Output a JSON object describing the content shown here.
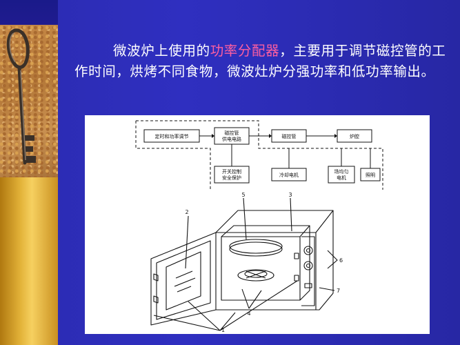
{
  "slide": {
    "caption": {
      "part1": "微波炉上使用的",
      "highlight": "功率分配器",
      "part2": "，主要用于调节磁控管的工作时间，烘烤不同食物，微波灶炉分强功率和低功率输出。"
    },
    "colors": {
      "background": "#2b2bb0",
      "text": "#ffffff",
      "highlight": "#ff5fa0",
      "gold_strip": "#e2b238"
    },
    "decor_icon": "key-photo"
  },
  "figure": {
    "blocks": {
      "timer": "定时和功率调节",
      "magnetron_supply_1": "磁控管",
      "magnetron_supply_2": "供电电路",
      "magnetron": "磁控管",
      "cavity": "炉腔",
      "switch_1": "开关控制",
      "switch_2": "安全保护",
      "fan_motor": "冷却电机",
      "stirrer_1": "场均匀",
      "stirrer_2": "电机",
      "light": "照明"
    },
    "callouts": [
      "1",
      "2",
      "3",
      "4",
      "5",
      "6",
      "7"
    ]
  }
}
